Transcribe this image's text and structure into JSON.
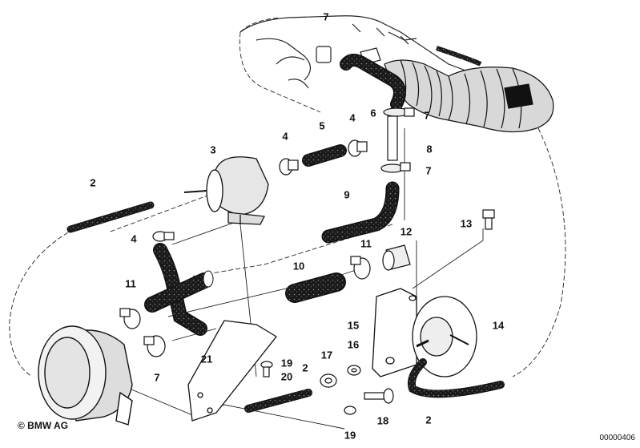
{
  "callouts": [
    {
      "label": "7"
    },
    {
      "label": "6"
    },
    {
      "label": "7"
    },
    {
      "label": "8"
    },
    {
      "label": "7"
    },
    {
      "label": "5"
    },
    {
      "label": "4"
    },
    {
      "label": "4"
    },
    {
      "label": "3"
    },
    {
      "label": "2"
    },
    {
      "label": "9"
    },
    {
      "label": "4"
    },
    {
      "label": "13"
    },
    {
      "label": "12"
    },
    {
      "label": "11"
    },
    {
      "label": "10"
    },
    {
      "label": "11"
    },
    {
      "label": "15"
    },
    {
      "label": "14"
    },
    {
      "label": "7"
    },
    {
      "label": "21"
    },
    {
      "label": "19"
    },
    {
      "label": "20"
    },
    {
      "label": "2"
    },
    {
      "label": "17"
    },
    {
      "label": "16"
    },
    {
      "label": "18"
    },
    {
      "label": "19"
    },
    {
      "label": "2"
    }
  ],
  "copyright": "© BMW AG",
  "part_number": "00000406",
  "colors": {
    "ink": "#111111",
    "paper": "#ffffff"
  }
}
